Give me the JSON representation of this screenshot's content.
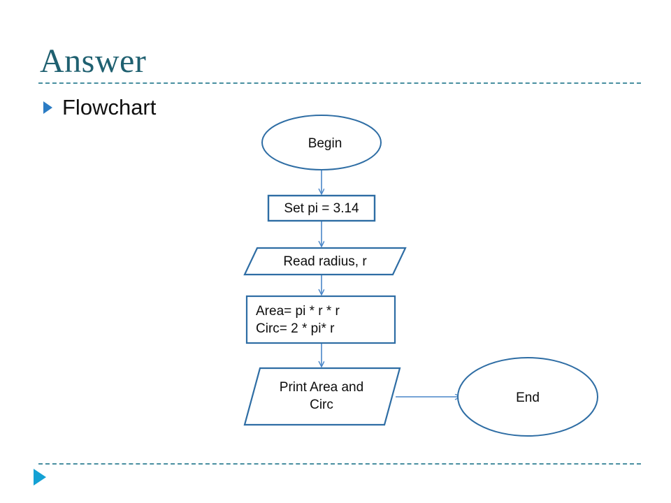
{
  "slide": {
    "title": "Answer",
    "title_color": "#1f6070",
    "background": "#ffffff",
    "bullets": [
      {
        "marker": "triangle-bullet",
        "label": "Flowchart"
      }
    ],
    "decoration": {
      "rule_color": "#3f8a9b",
      "triangle_color": "#14a1d4",
      "bullet_marker_color": "#2b7cc4"
    }
  },
  "flowchart": {
    "shape_stroke": "#2e6da4",
    "connector_stroke": "#4a86c8",
    "text_color": "#0d0d0d",
    "nodes": [
      {
        "id": "begin",
        "type": "terminator",
        "shape": "ellipse",
        "label": "Begin"
      },
      {
        "id": "setpi",
        "type": "process",
        "shape": "rectangle",
        "label": "Set pi = 3.14"
      },
      {
        "id": "read",
        "type": "input",
        "shape": "parallelogram",
        "label": "Read radius, r"
      },
      {
        "id": "calc",
        "type": "process",
        "shape": "rectangle",
        "label_line1": "Area= pi * r * r",
        "label_line2": "Circ= 2 * pi* r"
      },
      {
        "id": "print",
        "type": "output",
        "shape": "parallelogram",
        "label_line1": "Print Area and",
        "label_line2": "Circ"
      },
      {
        "id": "end",
        "type": "terminator",
        "shape": "ellipse",
        "label": "End"
      }
    ],
    "edges": [
      {
        "from": "begin",
        "to": "setpi",
        "direction": "down"
      },
      {
        "from": "setpi",
        "to": "read",
        "direction": "down"
      },
      {
        "from": "read",
        "to": "calc",
        "direction": "down"
      },
      {
        "from": "calc",
        "to": "print",
        "direction": "down"
      },
      {
        "from": "print",
        "to": "end",
        "direction": "right"
      }
    ]
  }
}
